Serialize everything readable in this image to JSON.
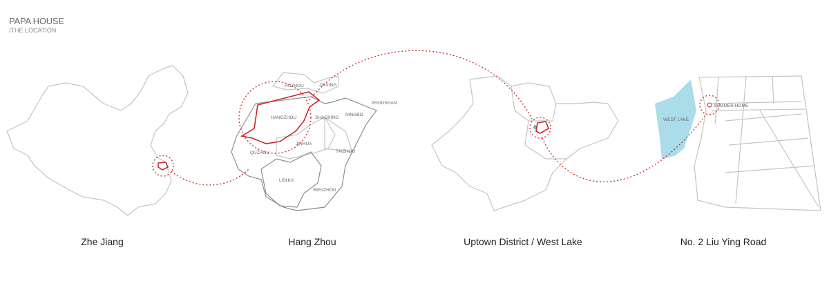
{
  "header": {
    "title": "PAPA HOUSE",
    "subtitle": "/THE LOCATION"
  },
  "captions": [
    "Zhe Jiang",
    "Hang Zhou",
    "Uptown District / West Lake",
    "No. 2 Liu Ying Road"
  ],
  "cities": [
    "HUZHOU",
    "JIAXING",
    "ZHOUSHAN",
    "HANGZHOU",
    "SHAOXING",
    "NINGBO",
    "QUZHOU",
    "JINHUA",
    "TAIZHOU",
    "LISHUI",
    "WENZHOU"
  ],
  "westlake": {
    "lake": "WEST LAKE",
    "site": "SUMMER HOME"
  },
  "colors": {
    "accent": "#c8262c",
    "lake": "#aadcea",
    "outline": "#c4c4c4"
  }
}
